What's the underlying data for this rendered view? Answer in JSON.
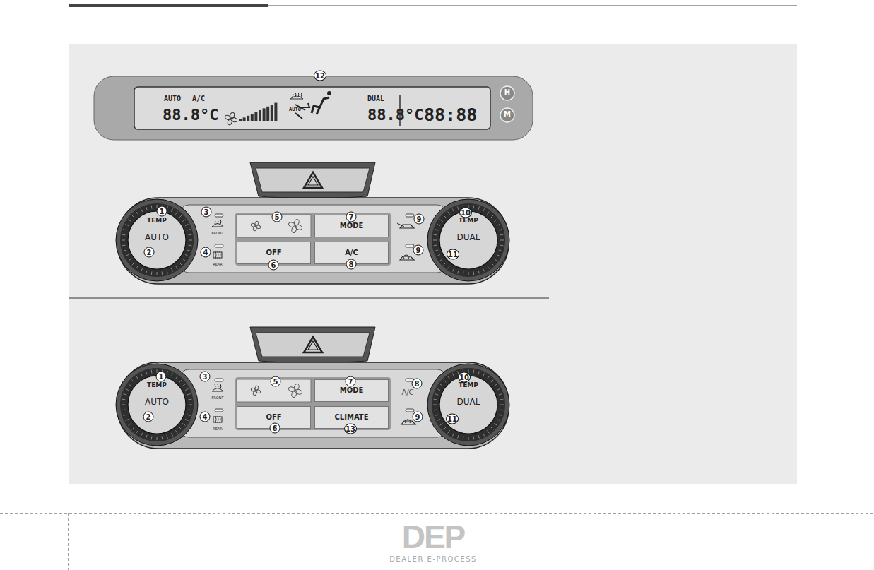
{
  "diagram": {
    "nodes": [
      {
        "text": [
          "AUTO",
          "A/C",
          "88.8°C",
          "AUTO",
          "DUAL",
          "88.8°C",
          "88:88"
        ]
      },
      {
        "text": [
          "H"
        ]
      },
      {
        "text": [
          "M"
        ]
      },
      {
        "text": [
          "TEMP",
          "AUTO"
        ]
      },
      {
        "text": [
          "MODE"
        ]
      },
      {
        "text": [
          "OFF"
        ]
      },
      {
        "text": [
          "A/C"
        ]
      },
      {
        "text": [
          "TEMP",
          "DUAL"
        ]
      },
      {
        "text": [
          "TEMP",
          "AUTO"
        ]
      },
      {
        "text": [
          "MODE"
        ]
      },
      {
        "text": [
          "OFF"
        ]
      },
      {
        "text": [
          "CLIMATE"
        ]
      },
      {
        "text": [
          "TEMP",
          "DUAL"
        ]
      }
    ],
    "labels": [
      "12",
      "1",
      "2",
      "3",
      "4",
      "5",
      "6",
      "7",
      "8",
      "9",
      "9",
      "10",
      "11",
      "FRONT",
      "REAR",
      "1",
      "2",
      "3",
      "4",
      "5",
      "6",
      "7",
      "8",
      "A/C",
      "9",
      "10",
      "11",
      "13",
      "FRONT",
      "REAR",
      "DEP",
      "DEALER E-PROCESS"
    ]
  }
}
